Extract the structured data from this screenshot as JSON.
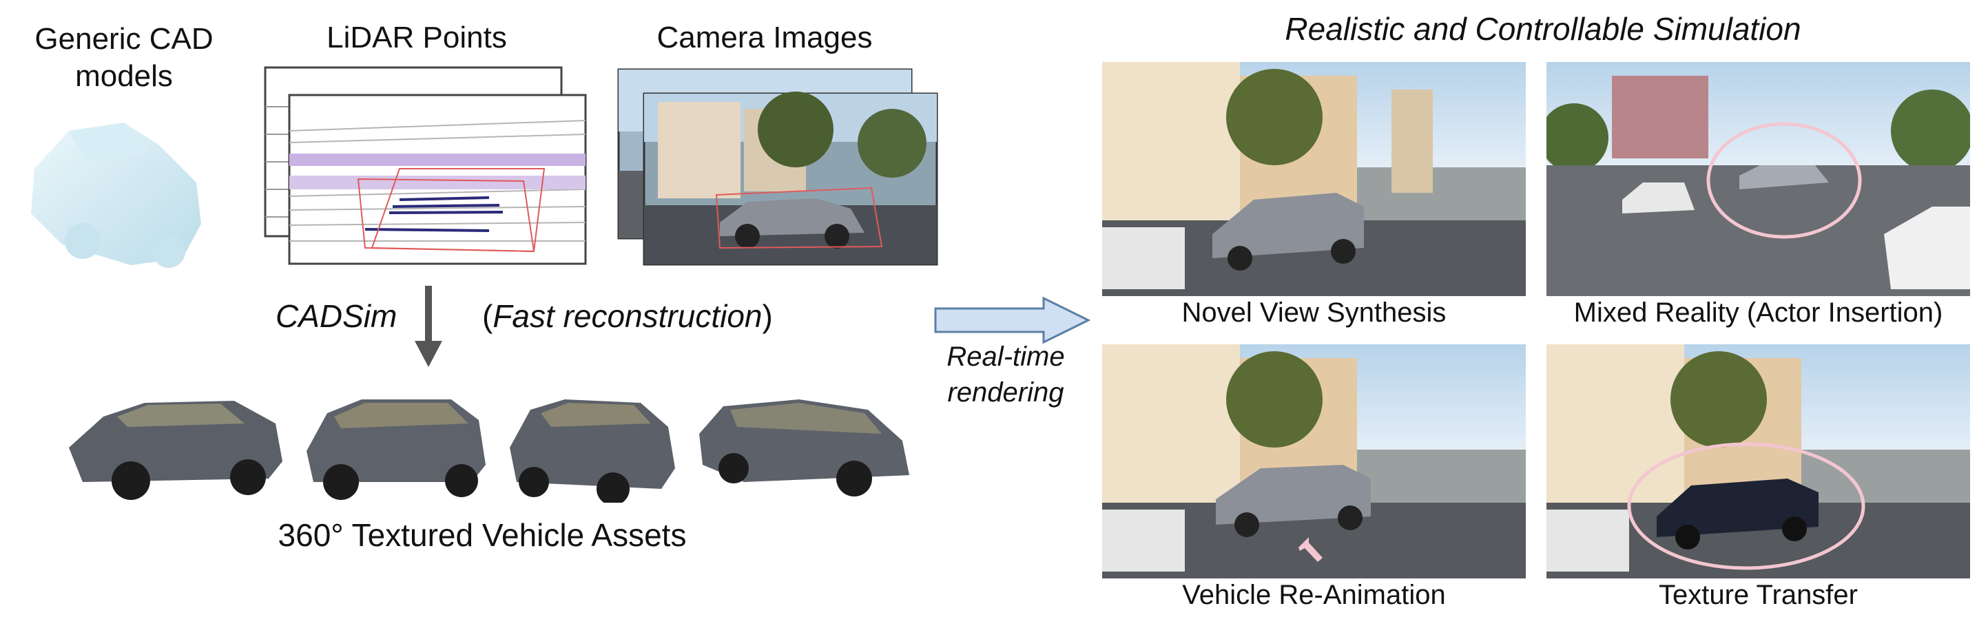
{
  "inputs": {
    "cad_label": "Generic CAD\nmodels",
    "lidar_label": "LiDAR Points",
    "camera_label": "Camera Images"
  },
  "method": {
    "name": "CADSim",
    "note_open": "(",
    "note": "Fast reconstruction",
    "note_close": ")"
  },
  "assets_label": "360° Textured Vehicle Assets",
  "render_label": "Real-time\nrendering",
  "simulation": {
    "title": "Realistic and Controllable Simulation",
    "panels": [
      {
        "label": "Novel View Synthesis"
      },
      {
        "label": "Mixed Reality (Actor Insertion)"
      },
      {
        "label": "Vehicle Re-Animation"
      },
      {
        "label": "Texture Transfer"
      }
    ]
  },
  "colors": {
    "arrow_fill": "#cfe0f3",
    "arrow_stroke": "#5b7fa6",
    "lidar_purple": "#c9b3e3",
    "box_red": "#e05a5a",
    "highlight_pink": "#f3c6d0"
  }
}
